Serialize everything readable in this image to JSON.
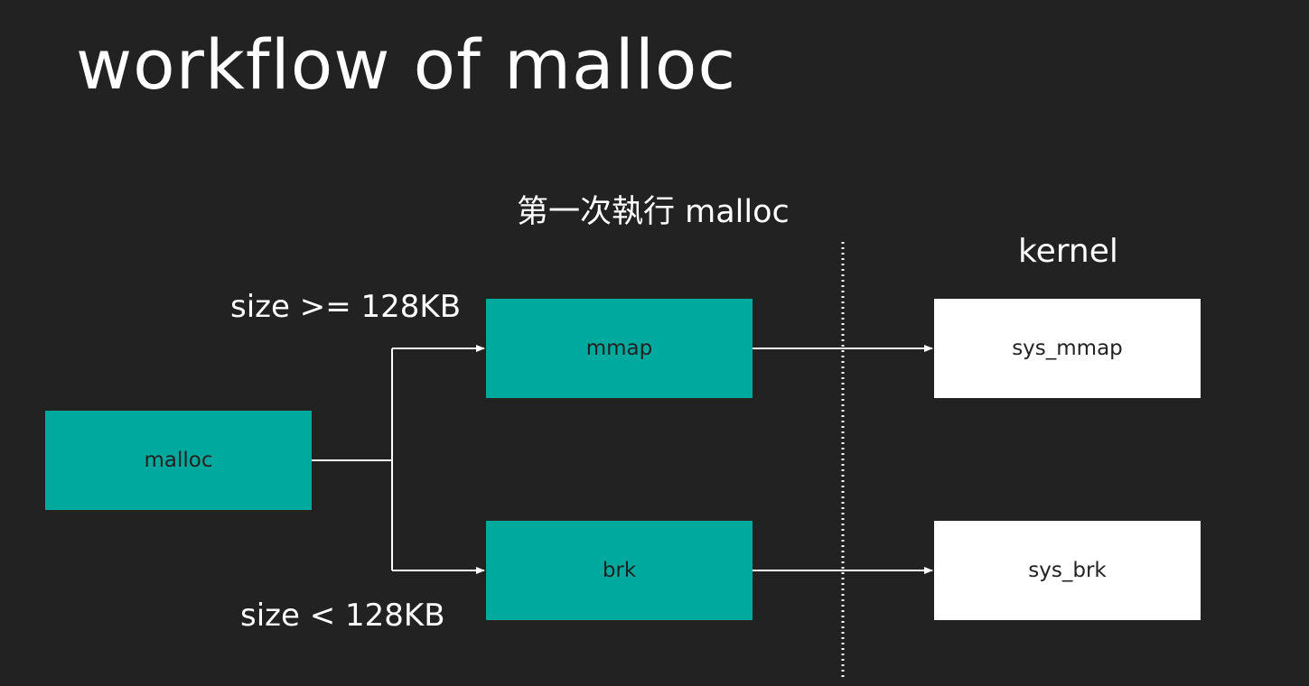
{
  "slide": {
    "title": "workflow of malloc",
    "subtitle": "第一次執行 malloc",
    "kernel_label": "kernel",
    "conditions": {
      "large": "size >= 128KB",
      "small": "size < 128KB"
    },
    "nodes": {
      "malloc": "malloc",
      "mmap": "mmap",
      "brk": "brk",
      "sys_mmap": "sys_mmap",
      "sys_brk": "sys_brk"
    },
    "colors": {
      "background": "#222222",
      "teal": "#00a99e",
      "white": "#ffffff",
      "line": "#ffffff"
    }
  }
}
